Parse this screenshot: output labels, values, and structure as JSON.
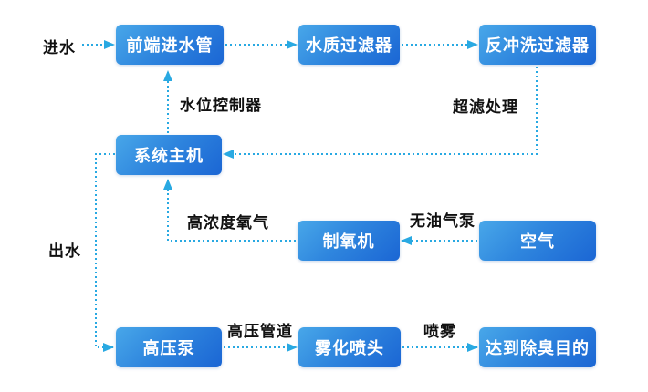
{
  "colors": {
    "background": "#ffffff",
    "connector": "#29a9e2",
    "node_gradient_start": "#48a7e9",
    "node_gradient_end": "#1b66d4",
    "node_text": "#ffffff",
    "label_text": "#111111"
  },
  "nodes": {
    "front_inlet_pipe": "前端进水管",
    "water_quality_filter": "水质过滤器",
    "backwash_filter": "反冲洗过滤器",
    "system_host": "系统主机",
    "oxygen_generator": "制氧机",
    "air": "空气",
    "high_pressure_pump": "高压泵",
    "atomizing_nozzle": "雾化喷头",
    "deodorization_goal": "达到除臭目的"
  },
  "edge_labels": {
    "water_inlet": "进水",
    "water_level_controller": "水位控制器",
    "ultrafiltration": "超滤处理",
    "water_outlet": "出水",
    "high_concentration_oxygen": "高浓度氧气",
    "oil_free_air_pump": "无油气泵",
    "high_pressure_pipe": "高压管道",
    "spray": "喷雾"
  }
}
